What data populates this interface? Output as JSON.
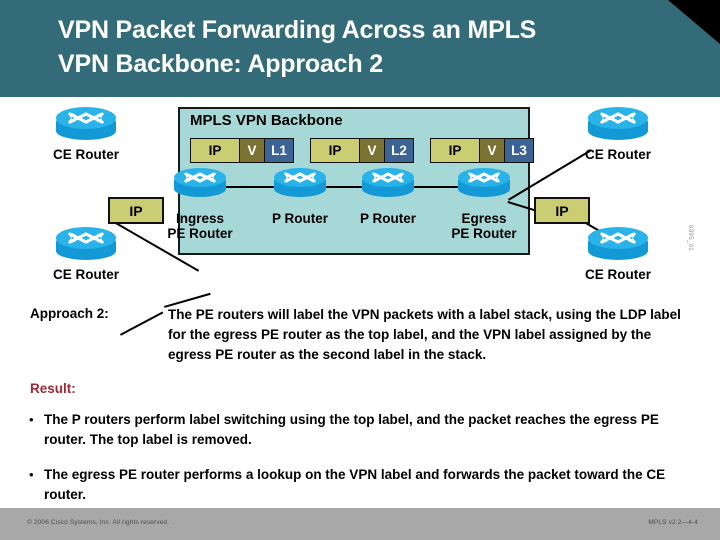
{
  "header": {
    "title_line1": "VPN Packet Forwarding Across an MPLS",
    "title_line2": "VPN Backbone: Approach 2",
    "bg_color": "#336b78",
    "corner_color": "#000000"
  },
  "diagram": {
    "backbone_title": "MPLS VPN Backbone",
    "backbone_bg": "#a7d8d8",
    "figure_id": "0395_01",
    "label_stacks": [
      {
        "name": "stack-1",
        "segments": [
          {
            "type": "ip",
            "text": "IP"
          },
          {
            "type": "v",
            "text": "V"
          },
          {
            "type": "l",
            "text": "L1"
          }
        ]
      },
      {
        "name": "stack-2",
        "segments": [
          {
            "type": "ip",
            "text": "IP"
          },
          {
            "type": "v",
            "text": "V"
          },
          {
            "type": "l",
            "text": "L2"
          }
        ]
      },
      {
        "name": "stack-3",
        "segments": [
          {
            "type": "ip",
            "text": "IP"
          },
          {
            "type": "v",
            "text": "V"
          },
          {
            "type": "l",
            "text": "L3"
          }
        ]
      }
    ],
    "ip_packets": [
      {
        "name": "ip-packet-left",
        "text": "IP"
      },
      {
        "name": "ip-packet-right",
        "text": "IP"
      }
    ],
    "routers": [
      {
        "name": "ce-router-top-left",
        "label": "CE Router"
      },
      {
        "name": "ce-router-bottom-left",
        "label": "CE Router"
      },
      {
        "name": "ingress-pe-router",
        "label": "Ingress\nPE Router"
      },
      {
        "name": "p-router-1",
        "label": "P Router"
      },
      {
        "name": "p-router-2",
        "label": "P Router"
      },
      {
        "name": "egress-pe-router",
        "label": "Egress\nPE Router"
      },
      {
        "name": "ce-router-top-right",
        "label": "CE Router"
      },
      {
        "name": "ce-router-bottom-right",
        "label": "CE Router"
      }
    ]
  },
  "body": {
    "approach_label": "Approach 2:",
    "result_label": "Result:",
    "result_color": "#9e2a36",
    "approach_text": "The PE routers will label the VPN packets with a label stack, using the LDP label for the egress PE router as the top label, and the VPN label assigned by the egress PE router as the second label in the stack.",
    "bullet_char": "•",
    "bullets": [
      "The P routers perform label switching using the top label, and the packet reaches the egress PE router. The top label is removed.",
      "The egress PE router performs a lookup on the VPN label and forwards the packet toward the CE router."
    ]
  },
  "footer": {
    "copyright": "© 2006 Cisco Systems, Inc. All rights reserved.",
    "doc_id": "MPLS v2.2—4-4",
    "bg_color": "#a8a8a8"
  }
}
